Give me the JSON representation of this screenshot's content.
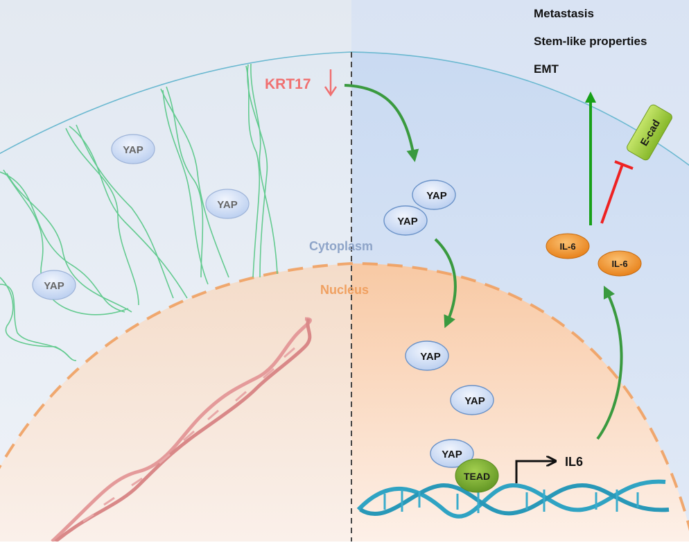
{
  "outcomes": [
    "Metastasis",
    "Stem-like properties",
    "EMT"
  ],
  "krt17": {
    "label": "KRT17",
    "direction": "down-arrow-icon"
  },
  "compartments": {
    "cytoplasm": "Cytoplasm",
    "nucleus": "Nucleus"
  },
  "proteins": {
    "yap": "YAP",
    "tead": "TEAD",
    "il6_protein": "IL-6",
    "ecad": "E-cad"
  },
  "gene": {
    "label": "IL6"
  },
  "colors": {
    "left_bg": "#e3e9f1",
    "right_bg": "#d6e2f4",
    "membrane": "#6ab8d0",
    "nucleus_fill": "#f5dcc8",
    "nucleus_fill_right": "#f9cfae",
    "nucleus_border": "#f0a060",
    "keratin": "#5cc98a",
    "activation_arrow": "#3a9a3f",
    "inhibition": "#ee2222",
    "krt17_text": "#f07070",
    "yap_fill": "#c9d9f3",
    "il6_fill": "#f2952a",
    "ecad_fill": "#9fcc3a",
    "tead_fill": "#6fa52a",
    "dna_left": "#e49a9a",
    "dna_right": "#2fa3c3"
  }
}
